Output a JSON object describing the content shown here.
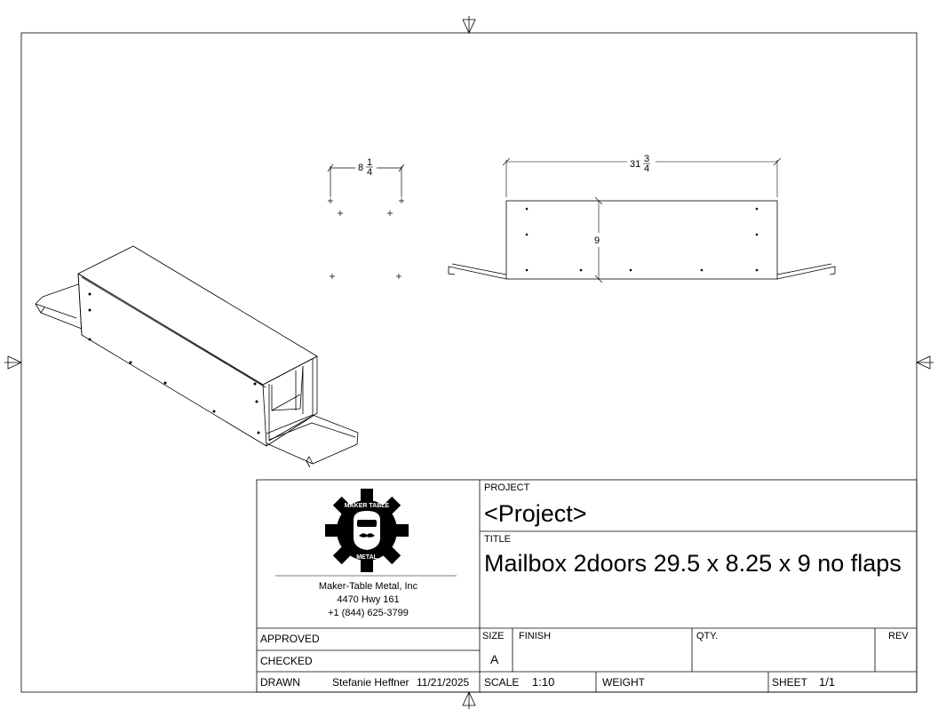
{
  "drawing": {
    "dim_width": {
      "whole": "8",
      "num": "1",
      "den": "4"
    },
    "dim_length": {
      "whole": "31",
      "num": "3",
      "den": "4"
    },
    "dim_height": "9"
  },
  "title_block": {
    "logo_top_text": "MAKER TABLE",
    "logo_bottom_text": "METAL",
    "company_name": "Maker-Table Metal, Inc",
    "company_address": "4470 Hwy 161",
    "company_phone": "+1 (844) 625-3799",
    "project_label": "PROJECT",
    "project_value": "<Project>",
    "title_label": "TITLE",
    "title_value": "Mailbox 2doors 29.5 x 8.25 x 9 no flaps",
    "approved_label": "APPROVED",
    "checked_label": "CHECKED",
    "drawn_label": "DRAWN",
    "drawn_by": "Stefanie Heffner",
    "drawn_date": "11/21/2025",
    "size_label": "SIZE",
    "size_value": "A",
    "finish_label": "FINISH",
    "qty_label": "QTY.",
    "rev_label": "REV",
    "scale_label": "SCALE",
    "scale_value": "1:10",
    "weight_label": "WEIGHT",
    "sheet_label": "SHEET",
    "sheet_value": "1/1"
  }
}
